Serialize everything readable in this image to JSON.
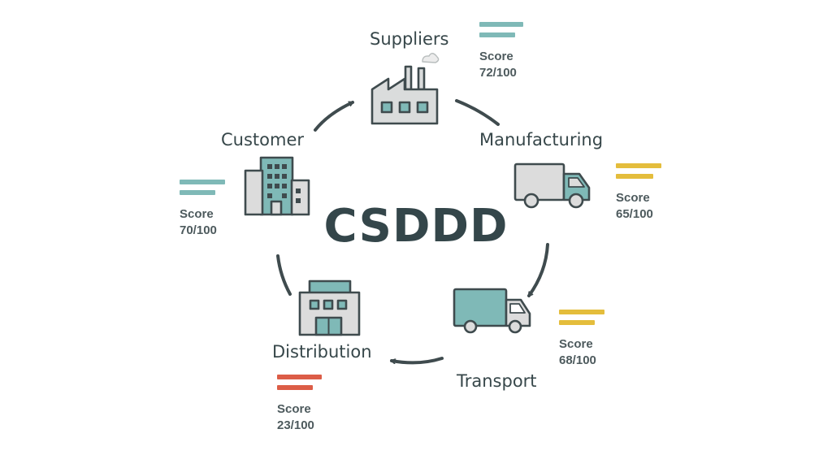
{
  "title": "CSDDD",
  "score_label": "Score",
  "colors": {
    "teal": "#7fb9b7",
    "yellow": "#e4bd3c",
    "red": "#dc5d47",
    "outline": "#3f4b4e",
    "text": "#37474a"
  },
  "nodes": [
    {
      "id": "suppliers",
      "label": "Suppliers",
      "icon": "factory-icon",
      "score": "72/100",
      "score_color": "teal"
    },
    {
      "id": "manufacturing",
      "label": "Manufacturing",
      "icon": "truck-icon",
      "score": "65/100",
      "score_color": "yellow"
    },
    {
      "id": "transport",
      "label": "Transport",
      "icon": "truck-icon",
      "score": "68/100",
      "score_color": "yellow"
    },
    {
      "id": "distribution",
      "label": "Distribution",
      "icon": "warehouse-icon",
      "score": "23/100",
      "score_color": "red"
    },
    {
      "id": "customer",
      "label": "Customer",
      "icon": "office-building-icon",
      "score": "70/100",
      "score_color": "teal"
    }
  ]
}
